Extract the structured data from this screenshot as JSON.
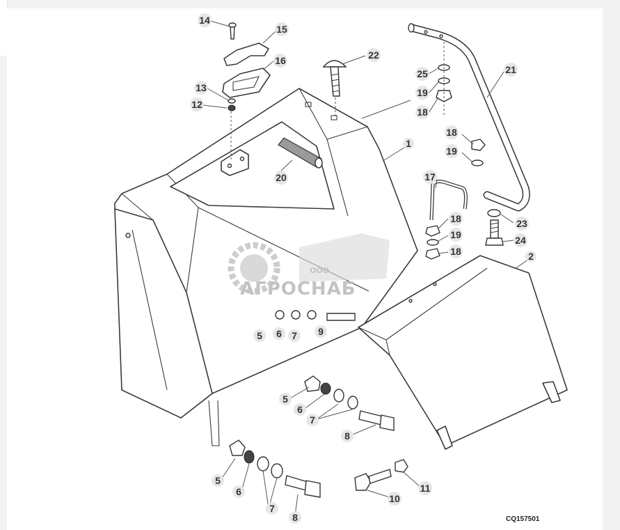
{
  "diagram": {
    "drawing_code": "CQ157501",
    "watermark": {
      "company_prefix": "ООО",
      "company_name": "АГРОСНАБ"
    },
    "callouts": [
      {
        "id": "c14",
        "label": "14"
      },
      {
        "id": "c15",
        "label": "15"
      },
      {
        "id": "c16",
        "label": "16"
      },
      {
        "id": "c13",
        "label": "13"
      },
      {
        "id": "c12",
        "label": "12"
      },
      {
        "id": "c22",
        "label": "22"
      },
      {
        "id": "c25",
        "label": "25"
      },
      {
        "id": "c19a",
        "label": "19"
      },
      {
        "id": "c18a",
        "label": "18"
      },
      {
        "id": "c21",
        "label": "21"
      },
      {
        "id": "c18b",
        "label": "18"
      },
      {
        "id": "c19b",
        "label": "19"
      },
      {
        "id": "c1",
        "label": "1"
      },
      {
        "id": "c20",
        "label": "20"
      },
      {
        "id": "c17",
        "label": "17"
      },
      {
        "id": "c18c",
        "label": "18"
      },
      {
        "id": "c19c",
        "label": "19"
      },
      {
        "id": "c18d",
        "label": "18"
      },
      {
        "id": "c23",
        "label": "23"
      },
      {
        "id": "c24",
        "label": "24"
      },
      {
        "id": "c2",
        "label": "2"
      },
      {
        "id": "c5a",
        "label": "5"
      },
      {
        "id": "c6a",
        "label": "6"
      },
      {
        "id": "c7a",
        "label": "7"
      },
      {
        "id": "c9",
        "label": "9"
      },
      {
        "id": "c5b",
        "label": "5"
      },
      {
        "id": "c6b",
        "label": "6"
      },
      {
        "id": "c7b",
        "label": "7"
      },
      {
        "id": "c8a",
        "label": "8"
      },
      {
        "id": "c5c",
        "label": "5"
      },
      {
        "id": "c6c",
        "label": "6"
      },
      {
        "id": "c7c",
        "label": "7"
      },
      {
        "id": "c8b",
        "label": "8"
      },
      {
        "id": "c10",
        "label": "10"
      },
      {
        "id": "c11",
        "label": "11"
      }
    ]
  }
}
